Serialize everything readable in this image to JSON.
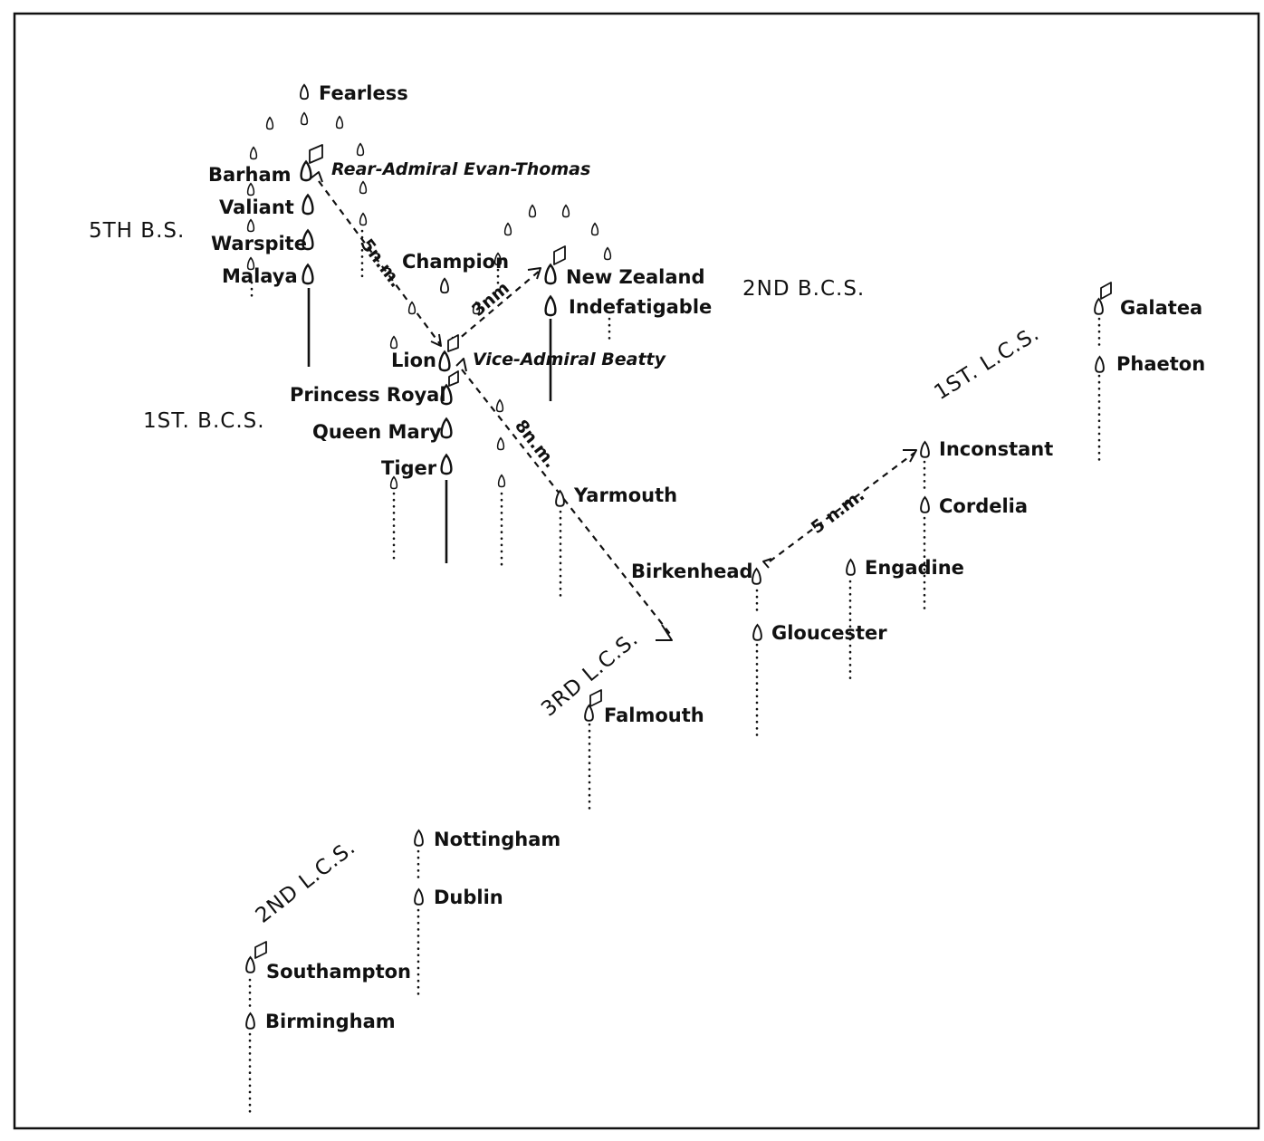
{
  "ships": {
    "fearless": "Fearless",
    "barham": "Barham",
    "valiant": "Valiant",
    "warspite": "Warspite",
    "malaya": "Malaya",
    "champion": "Champion",
    "new_zealand": "New Zealand",
    "indefatigable": "Indefatigable",
    "lion": "Lion",
    "princess_royal": "Princess Royal",
    "queen_mary": "Queen Mary",
    "tiger": "Tiger",
    "yarmouth": "Yarmouth",
    "birkenhead": "Birkenhead",
    "gloucester": "Gloucester",
    "engadine": "Engadine",
    "inconstant": "Inconstant",
    "cordelia": "Cordelia",
    "galatea": "Galatea",
    "phaeton": "Phaeton",
    "falmouth": "Falmouth",
    "nottingham": "Nottingham",
    "dublin": "Dublin",
    "southampton": "Southampton",
    "birmingham": "Birmingham"
  },
  "commanders": {
    "evan_thomas": "Rear-Admiral Evan-Thomas",
    "beatty": "Vice-Admiral Beatty"
  },
  "squadrons": {
    "bs5": "5TH B.S.",
    "bcs1": "1ST. B.C.S.",
    "bcs2": "2ND B.C.S.",
    "lcs1": "1ST. L.C.S.",
    "lcs2": "2ND L.C.S.",
    "lcs3": "3RD L.C.S."
  },
  "distances": {
    "barham_lion": "5n.m.",
    "lion_nz": "3nm",
    "lion_3lcs": "8n.m.",
    "birkenhead_inconstant": "5 n.m."
  }
}
